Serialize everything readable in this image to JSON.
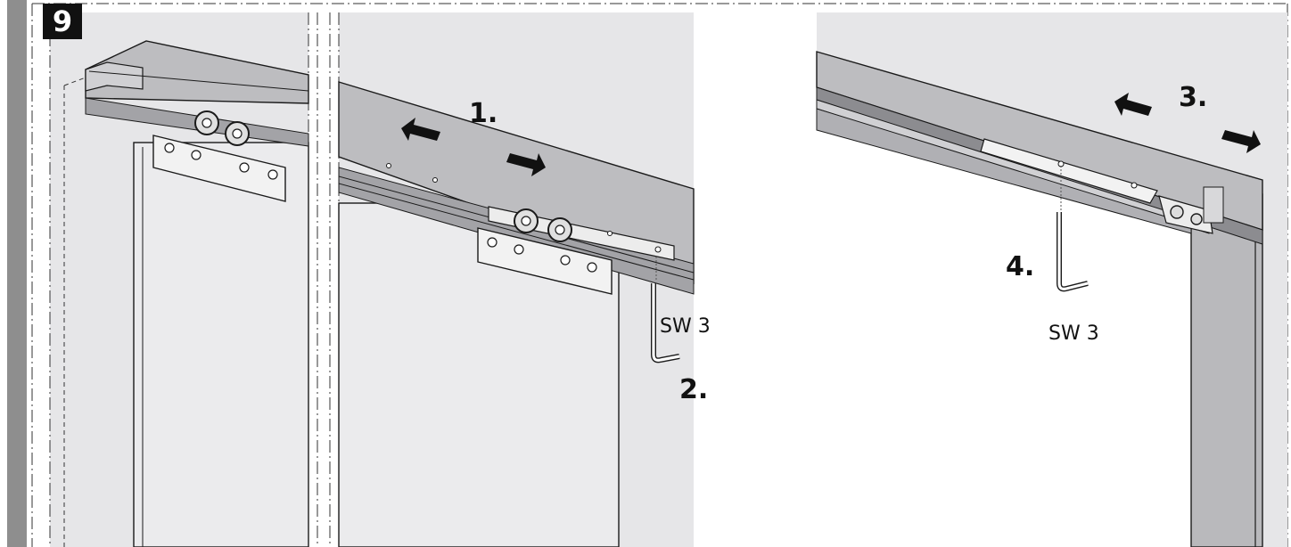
{
  "figure": {
    "step_number": "9",
    "callouts": {
      "step1": "1.",
      "step2": "2.",
      "step3": "3.",
      "step4": "4.",
      "tool_left": "SW 3",
      "tool_right": "SW 3"
    },
    "colors": {
      "wall": "#e6e6e8",
      "door_panel": "#e9e9eb",
      "rail_cover": "#bdbdc0",
      "rail_dark": "#8c8c90",
      "hardware": "#f2f2f2",
      "outline": "#1a1a1a",
      "side_strip": "#8e8e8e"
    }
  }
}
